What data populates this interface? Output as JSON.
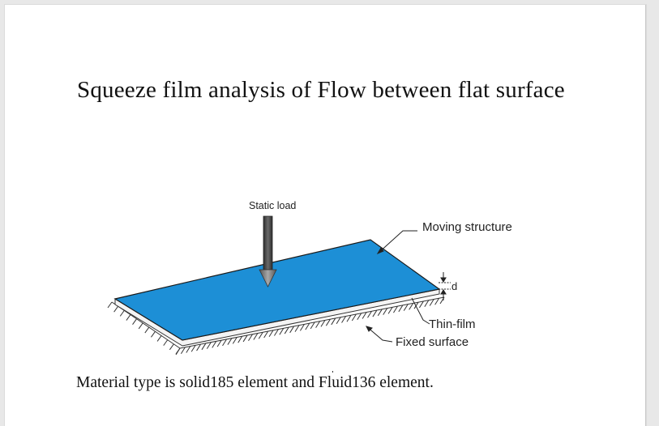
{
  "slide": {
    "title": "Squeeze film analysis of Flow between flat surface",
    "caption": "Material type is solid185 element and Fluid136 element."
  },
  "diagram": {
    "static_load_label": "Static load",
    "moving_structure_label": "Moving structure",
    "gap_label": "d",
    "thin_film_label": "Thin-film",
    "fixed_surface_label": "Fixed surface",
    "colors": {
      "plate_top": "#1d8fd6",
      "plate_edge": "#f2f2f2",
      "arrow_dark": "#3a3a3a",
      "arrow_light": "#9a9a9a"
    }
  }
}
